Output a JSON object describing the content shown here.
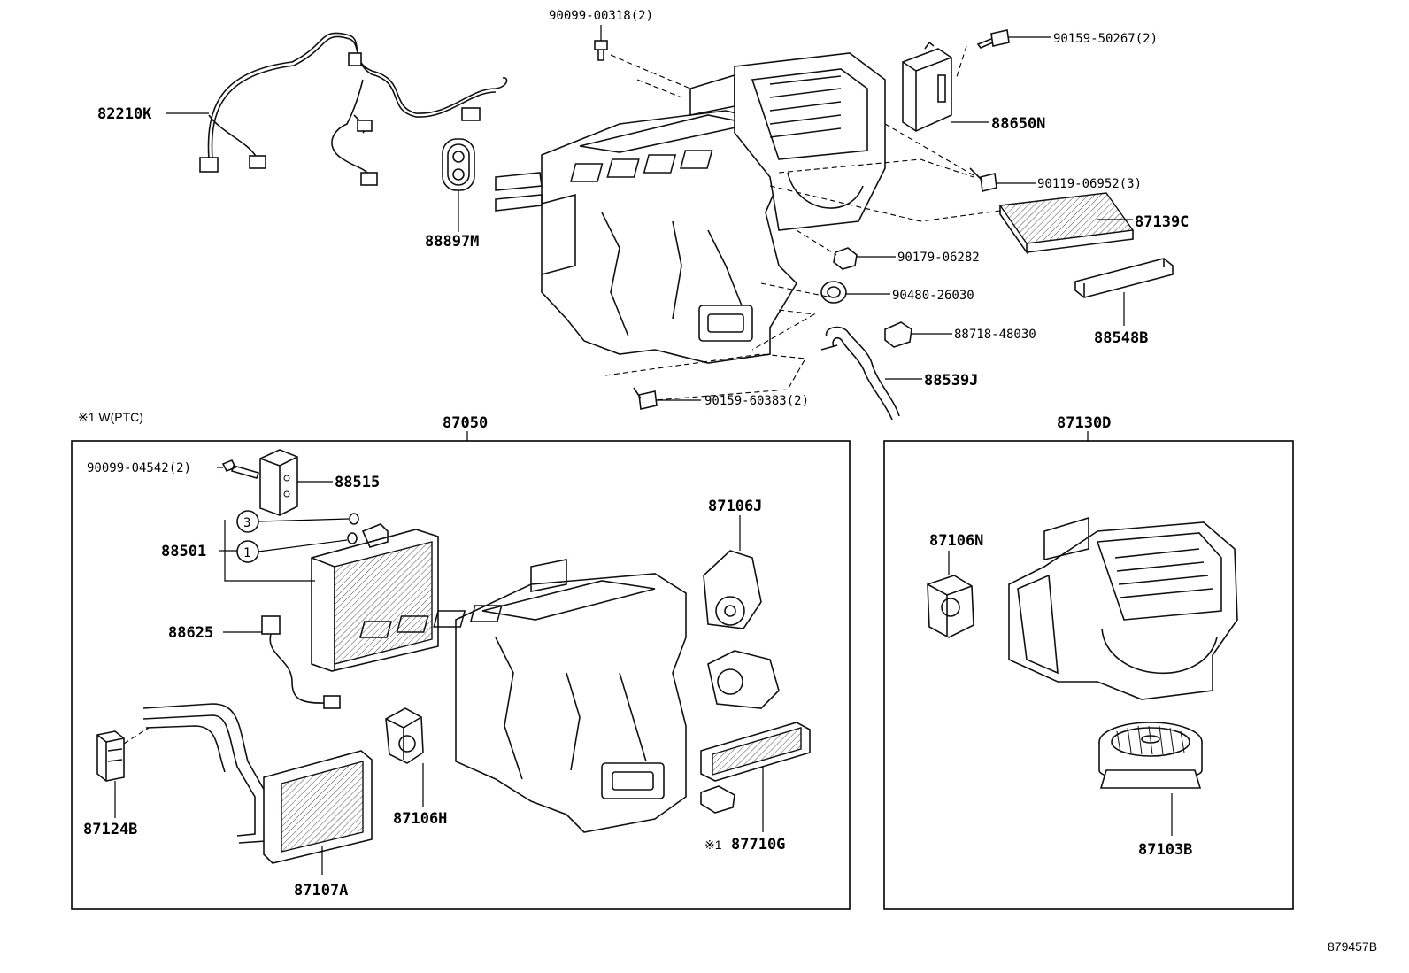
{
  "note": "※1 W(PTC)",
  "catalog_number": "879457B",
  "groups": {
    "left_assembly": "87050",
    "right_assembly": "87130D"
  },
  "parts": {
    "p90099_00318": "90099-00318(2)",
    "p90159_50267": "90159-50267(2)",
    "p82210K": "82210K",
    "p88650N": "88650N",
    "p90119_06952": "90119-06952(3)",
    "p87139C": "87139C",
    "p88897M": "88897M",
    "p90179_06282": "90179-06282",
    "p90480_26030": "90480-26030",
    "p88548B": "88548B",
    "p88718_48030": "88718-48030",
    "p88539J": "88539J",
    "p90159_60383": "90159-60383(2)",
    "p90099_04542": "90099-04542(2)",
    "p88515": "88515",
    "p88501": "88501",
    "circle_3": "3",
    "circle_1": "1",
    "p88625": "88625",
    "p87106J": "87106J",
    "p87124B": "87124B",
    "p87106H": "87106H",
    "p87107A": "87107A",
    "p87710G_prefix": "※1",
    "p87710G": "87710G",
    "p87106N": "87106N",
    "p87103B": "87103B"
  }
}
